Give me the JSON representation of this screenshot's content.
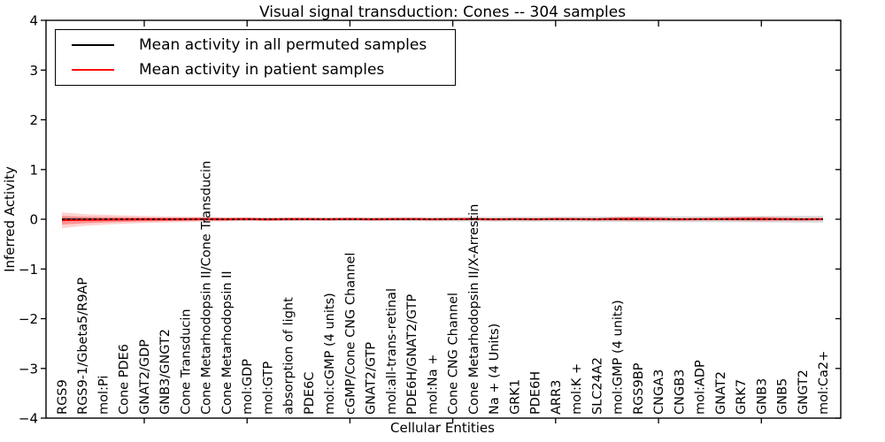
{
  "figure": {
    "background": "#ffffff"
  },
  "chart_data": {
    "type": "line",
    "title": "Visual signal transduction: Cones -- 304 samples",
    "xlabel": "Cellular Entities",
    "ylabel": "Inferred Activity",
    "ylim": [
      -4,
      4
    ],
    "yticks": [
      -4,
      -3,
      -2,
      -1,
      0,
      1,
      2,
      3,
      4
    ],
    "ytick_labels": [
      "−4",
      "−3",
      "−2",
      "−1",
      "0",
      "1",
      "2",
      "3",
      "4"
    ],
    "xtick_entity_indices": [
      4,
      9,
      14,
      19,
      24,
      29,
      34
    ],
    "grid": false,
    "legend_position": "upper left",
    "categories": [
      "RGS9",
      "RGS9-1/Gbeta5/R9AP",
      "mol:Pi",
      "Cone PDE6",
      "GNAT2/GDP",
      "GNB3/GNGT2",
      "Cone Transducin",
      "Cone Metarhodopsin II/Cone Transducin",
      "Cone Metarhodopsin II",
      "mol:GDP",
      "mol:GTP",
      "absorption of light",
      "PDE6C",
      "mol:cGMP (4 units)",
      "cGMP/Cone CNG Channel",
      "GNAT2/GTP",
      "mol:all-trans-retinal",
      "PDE6H/GNAT2/GTP",
      "mol:Na +",
      "Cone CNG Channel",
      "Cone Metarhodopsin II/X-Arrestin",
      "Na + (4 Units)",
      "GRK1",
      "PDE6H",
      "ARR3",
      "mol:K +",
      "SLC24A2",
      "mol:GMP (4 units)",
      "RGS9BP",
      "CNGA3",
      "CNGB3",
      "mol:ADP",
      "GNAT2",
      "GRK7",
      "GNB3",
      "GNB5",
      "GNGT2",
      "mol:Ca2+"
    ],
    "legend": {
      "entries": [
        {
          "label": "Mean activity in all permuted samples",
          "color": "#000000"
        },
        {
          "label": "Mean activity in patient samples",
          "color": "#ff0000"
        }
      ]
    },
    "series": [
      {
        "name": "Mean activity in all permuted samples",
        "color": "#000000",
        "band_color": "rgba(0,0,0,0.15)",
        "values": [
          0,
          0,
          0,
          0,
          0,
          0,
          0,
          0,
          0,
          0,
          0,
          0,
          0,
          0,
          0,
          0,
          0,
          0,
          0,
          0,
          0,
          0,
          0,
          0,
          0,
          0,
          0,
          0,
          0,
          0,
          0,
          0,
          0,
          0,
          0,
          0,
          0,
          0
        ],
        "band_halfwidth": [
          0.022,
          0.023,
          0.024,
          0.025,
          0.026,
          0.028,
          0.029,
          0.03,
          0.031,
          0.032,
          0.034,
          0.035,
          0.036,
          0.037,
          0.038,
          0.04,
          0.041,
          0.042,
          0.043,
          0.044,
          0.046,
          0.047,
          0.048,
          0.049,
          0.05,
          0.052,
          0.053,
          0.054,
          0.055,
          0.056,
          0.058,
          0.059,
          0.06,
          0.061,
          0.062,
          0.064,
          0.065,
          0.066
        ]
      },
      {
        "name": "Mean activity in patient samples",
        "color": "#ff0000",
        "band_outer_color": "rgba(255,0,0,0.18)",
        "band_inner_color": "rgba(255,0,0,0.30)",
        "values": [
          -0.02,
          -0.015,
          -0.01,
          -0.006,
          -0.004,
          -0.003,
          -0.002,
          0.002,
          -0.002,
          0.003,
          -0.003,
          0.002,
          0.002,
          -0.002,
          0.003,
          -0.002,
          0.002,
          0.003,
          -0.002,
          0.002,
          0.004,
          -0.003,
          0.002,
          -0.002,
          0.003,
          0.002,
          -0.002,
          0.005,
          0.006,
          0.003,
          -0.002,
          0.002,
          0.003,
          0.006,
          0.005,
          0.002,
          -0.002,
          0.002
        ],
        "band_halfwidth": [
          0.16,
          0.12,
          0.1,
          0.085,
          0.072,
          0.062,
          0.054,
          0.048,
          0.042,
          0.038,
          0.035,
          0.033,
          0.031,
          0.03,
          0.029,
          0.028,
          0.028,
          0.027,
          0.027,
          0.027,
          0.027,
          0.026,
          0.026,
          0.026,
          0.026,
          0.028,
          0.03,
          0.04,
          0.046,
          0.038,
          0.032,
          0.03,
          0.032,
          0.044,
          0.05,
          0.04,
          0.034,
          0.03
        ]
      }
    ]
  }
}
